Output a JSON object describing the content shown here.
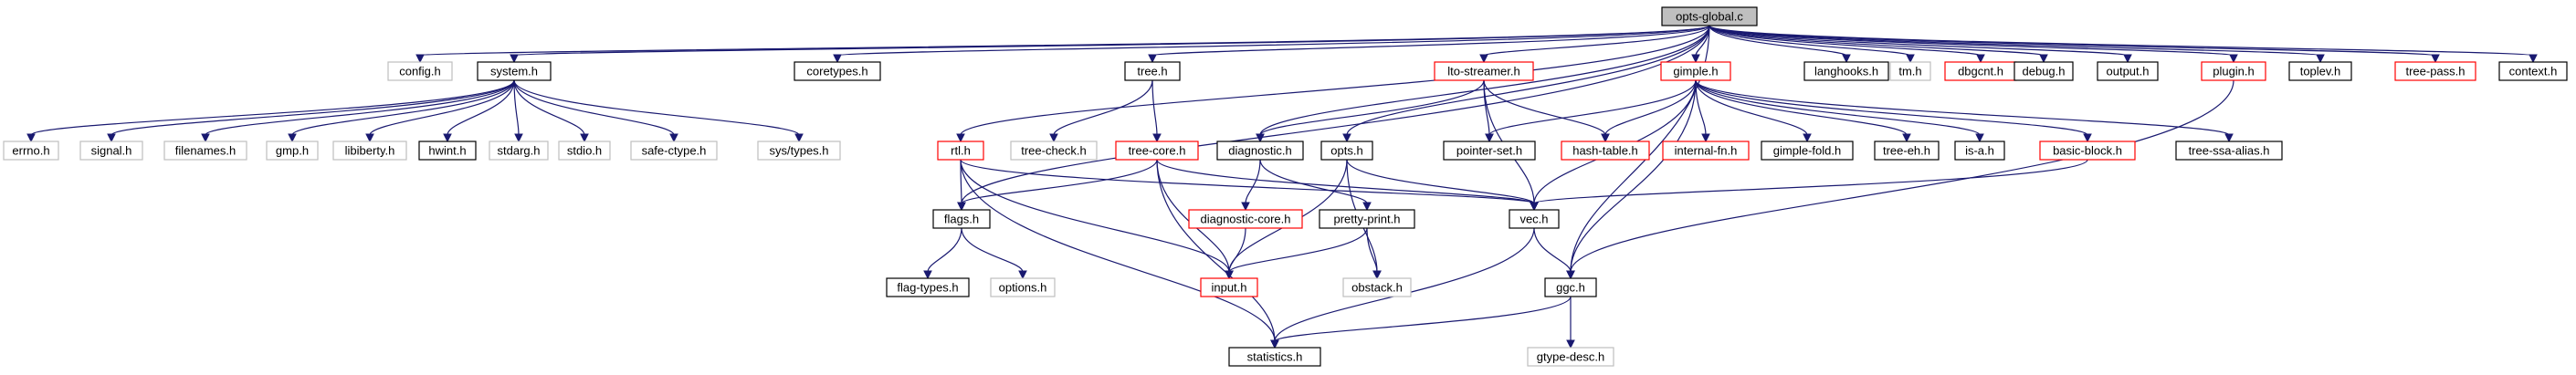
{
  "diagram": {
    "title": "opts-global.c",
    "legend_colors": {
      "root_fill": "#bfbfbf",
      "normal_border": "#000000",
      "missing_border": "#bfbfbf",
      "truncated_border": "#ff0000",
      "edge_color": "#191970"
    },
    "nodes": [
      {
        "id": "opts-global.c",
        "label": "opts-global.c",
        "style": "root"
      },
      {
        "id": "config.h",
        "label": "config.h",
        "style": "missing"
      },
      {
        "id": "system.h",
        "label": "system.h",
        "style": "normal"
      },
      {
        "id": "coretypes.h",
        "label": "coretypes.h",
        "style": "normal"
      },
      {
        "id": "tree.h",
        "label": "tree.h",
        "style": "normal"
      },
      {
        "id": "lto-streamer.h",
        "label": "lto-streamer.h",
        "style": "truncated"
      },
      {
        "id": "gimple.h",
        "label": "gimple.h",
        "style": "truncated"
      },
      {
        "id": "langhooks.h",
        "label": "langhooks.h",
        "style": "normal"
      },
      {
        "id": "tm.h",
        "label": "tm.h",
        "style": "missing"
      },
      {
        "id": "dbgcnt.h",
        "label": "dbgcnt.h",
        "style": "truncated"
      },
      {
        "id": "debug.h",
        "label": "debug.h",
        "style": "normal"
      },
      {
        "id": "output.h",
        "label": "output.h",
        "style": "normal"
      },
      {
        "id": "plugin.h",
        "label": "plugin.h",
        "style": "truncated"
      },
      {
        "id": "toplev.h",
        "label": "toplev.h",
        "style": "normal"
      },
      {
        "id": "tree-pass.h",
        "label": "tree-pass.h",
        "style": "truncated"
      },
      {
        "id": "context.h",
        "label": "context.h",
        "style": "normal"
      },
      {
        "id": "errno.h",
        "label": "errno.h",
        "style": "missing"
      },
      {
        "id": "signal.h",
        "label": "signal.h",
        "style": "missing"
      },
      {
        "id": "filenames.h",
        "label": "filenames.h",
        "style": "missing"
      },
      {
        "id": "gmp.h",
        "label": "gmp.h",
        "style": "missing"
      },
      {
        "id": "libiberty.h",
        "label": "libiberty.h",
        "style": "missing"
      },
      {
        "id": "hwint.h",
        "label": "hwint.h",
        "style": "normal"
      },
      {
        "id": "stdarg.h",
        "label": "stdarg.h",
        "style": "missing"
      },
      {
        "id": "stdio.h",
        "label": "stdio.h",
        "style": "missing"
      },
      {
        "id": "safe-ctype.h",
        "label": "safe-ctype.h",
        "style": "missing"
      },
      {
        "id": "sys/types.h",
        "label": "sys/types.h",
        "style": "missing"
      },
      {
        "id": "rtl.h",
        "label": "rtl.h",
        "style": "truncated"
      },
      {
        "id": "tree-check.h",
        "label": "tree-check.h",
        "style": "missing"
      },
      {
        "id": "tree-core.h",
        "label": "tree-core.h",
        "style": "truncated"
      },
      {
        "id": "diagnostic.h",
        "label": "diagnostic.h",
        "style": "normal"
      },
      {
        "id": "opts.h",
        "label": "opts.h",
        "style": "normal"
      },
      {
        "id": "pointer-set.h",
        "label": "pointer-set.h",
        "style": "normal"
      },
      {
        "id": "hash-table.h",
        "label": "hash-table.h",
        "style": "truncated"
      },
      {
        "id": "internal-fn.h",
        "label": "internal-fn.h",
        "style": "truncated"
      },
      {
        "id": "gimple-fold.h",
        "label": "gimple-fold.h",
        "style": "normal"
      },
      {
        "id": "tree-eh.h",
        "label": "tree-eh.h",
        "style": "normal"
      },
      {
        "id": "is-a.h",
        "label": "is-a.h",
        "style": "normal"
      },
      {
        "id": "basic-block.h",
        "label": "basic-block.h",
        "style": "truncated"
      },
      {
        "id": "tree-ssa-alias.h",
        "label": "tree-ssa-alias.h",
        "style": "normal"
      },
      {
        "id": "flags.h",
        "label": "flags.h",
        "style": "normal"
      },
      {
        "id": "diagnostic-core.h",
        "label": "diagnostic-core.h",
        "style": "truncated"
      },
      {
        "id": "pretty-print.h",
        "label": "pretty-print.h",
        "style": "normal"
      },
      {
        "id": "vec.h",
        "label": "vec.h",
        "style": "normal"
      },
      {
        "id": "flag-types.h",
        "label": "flag-types.h",
        "style": "normal"
      },
      {
        "id": "options.h",
        "label": "options.h",
        "style": "missing"
      },
      {
        "id": "input.h",
        "label": "input.h",
        "style": "truncated"
      },
      {
        "id": "obstack.h",
        "label": "obstack.h",
        "style": "missing"
      },
      {
        "id": "ggc.h",
        "label": "ggc.h",
        "style": "normal"
      },
      {
        "id": "statistics.h",
        "label": "statistics.h",
        "style": "normal"
      },
      {
        "id": "gtype-desc.h",
        "label": "gtype-desc.h",
        "style": "missing"
      }
    ],
    "edges": [
      [
        "opts-global.c",
        "config.h"
      ],
      [
        "opts-global.c",
        "system.h"
      ],
      [
        "opts-global.c",
        "coretypes.h"
      ],
      [
        "opts-global.c",
        "tree.h"
      ],
      [
        "opts-global.c",
        "lto-streamer.h"
      ],
      [
        "opts-global.c",
        "gimple.h"
      ],
      [
        "opts-global.c",
        "langhooks.h"
      ],
      [
        "opts-global.c",
        "tm.h"
      ],
      [
        "opts-global.c",
        "dbgcnt.h"
      ],
      [
        "opts-global.c",
        "debug.h"
      ],
      [
        "opts-global.c",
        "output.h"
      ],
      [
        "opts-global.c",
        "plugin.h"
      ],
      [
        "opts-global.c",
        "toplev.h"
      ],
      [
        "opts-global.c",
        "tree-pass.h"
      ],
      [
        "opts-global.c",
        "context.h"
      ],
      [
        "opts-global.c",
        "rtl.h"
      ],
      [
        "opts-global.c",
        "flags.h"
      ],
      [
        "opts-global.c",
        "diagnostic.h"
      ],
      [
        "opts-global.c",
        "opts.h"
      ],
      [
        "opts-global.c",
        "ggc.h"
      ],
      [
        "system.h",
        "errno.h"
      ],
      [
        "system.h",
        "signal.h"
      ],
      [
        "system.h",
        "filenames.h"
      ],
      [
        "system.h",
        "gmp.h"
      ],
      [
        "system.h",
        "libiberty.h"
      ],
      [
        "system.h",
        "hwint.h"
      ],
      [
        "system.h",
        "stdarg.h"
      ],
      [
        "system.h",
        "stdio.h"
      ],
      [
        "system.h",
        "safe-ctype.h"
      ],
      [
        "system.h",
        "sys/types.h"
      ],
      [
        "tree.h",
        "tree-check.h"
      ],
      [
        "tree.h",
        "tree-core.h"
      ],
      [
        "lto-streamer.h",
        "diagnostic.h"
      ],
      [
        "lto-streamer.h",
        "pointer-set.h"
      ],
      [
        "lto-streamer.h",
        "hash-table.h"
      ],
      [
        "lto-streamer.h",
        "vec.h"
      ],
      [
        "gimple.h",
        "pointer-set.h"
      ],
      [
        "gimple.h",
        "hash-table.h"
      ],
      [
        "gimple.h",
        "internal-fn.h"
      ],
      [
        "gimple.h",
        "gimple-fold.h"
      ],
      [
        "gimple.h",
        "tree-eh.h"
      ],
      [
        "gimple.h",
        "is-a.h"
      ],
      [
        "gimple.h",
        "basic-block.h"
      ],
      [
        "gimple.h",
        "tree-ssa-alias.h"
      ],
      [
        "gimple.h",
        "vec.h"
      ],
      [
        "gimple.h",
        "ggc.h"
      ],
      [
        "rtl.h",
        "flags.h"
      ],
      [
        "rtl.h",
        "input.h"
      ],
      [
        "rtl.h",
        "statistics.h"
      ],
      [
        "rtl.h",
        "vec.h"
      ],
      [
        "tree-core.h",
        "flags.h"
      ],
      [
        "tree-core.h",
        "input.h"
      ],
      [
        "tree-core.h",
        "statistics.h"
      ],
      [
        "tree-core.h",
        "vec.h"
      ],
      [
        "diagnostic.h",
        "diagnostic-core.h"
      ],
      [
        "diagnostic.h",
        "pretty-print.h"
      ],
      [
        "opts.h",
        "vec.h"
      ],
      [
        "opts.h",
        "input.h"
      ],
      [
        "opts.h",
        "obstack.h"
      ],
      [
        "basic-block.h",
        "vec.h"
      ],
      [
        "flags.h",
        "flag-types.h"
      ],
      [
        "flags.h",
        "options.h"
      ],
      [
        "diagnostic-core.h",
        "input.h"
      ],
      [
        "pretty-print.h",
        "input.h"
      ],
      [
        "pretty-print.h",
        "obstack.h"
      ],
      [
        "vec.h",
        "ggc.h"
      ],
      [
        "vec.h",
        "statistics.h"
      ],
      [
        "ggc.h",
        "statistics.h"
      ],
      [
        "ggc.h",
        "gtype-desc.h"
      ],
      [
        "plugin.h",
        "ggc.h"
      ]
    ]
  }
}
